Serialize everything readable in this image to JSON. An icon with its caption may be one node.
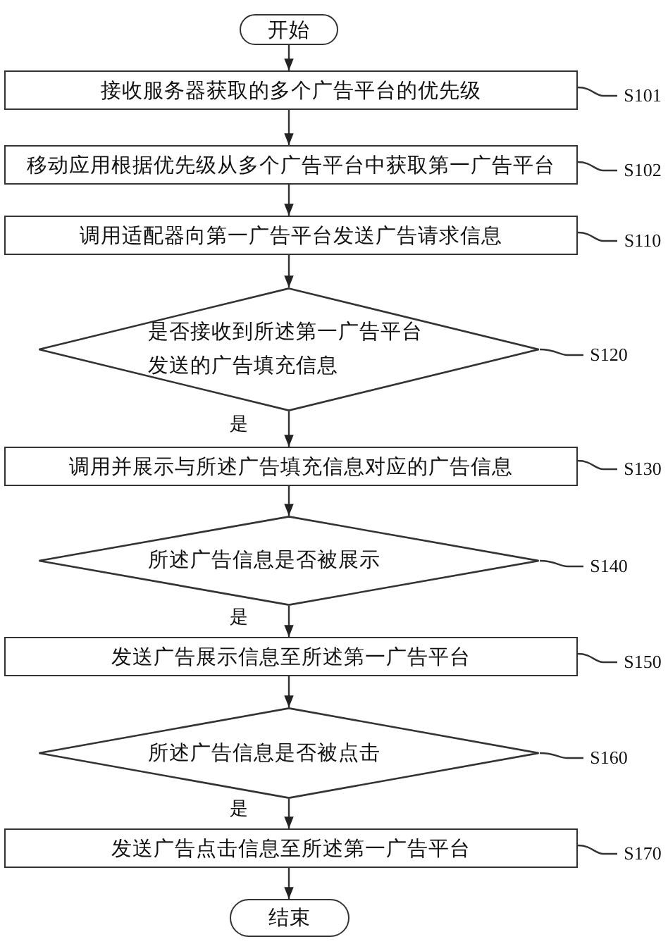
{
  "diagram": {
    "nodes": [
      {
        "text": [
          "开始"
        ]
      },
      {
        "text": [
          "接收服务器获取的多个广告平台的优先级"
        ]
      },
      {
        "text": [
          "移动应用根据优先级从多个广告平台中获取第一广告平台"
        ]
      },
      {
        "text": [
          "调用适配器向第一广告平台发送广告请求信息"
        ]
      },
      {
        "text": [
          "是否接收到所述第一广告平台发送的广告填充信息"
        ]
      },
      {
        "text": [
          "调用并展示与所述广告填充信息对应的广告信息"
        ]
      },
      {
        "text": [
          "所述广告信息是否被展示"
        ]
      },
      {
        "text": [
          "发送广告展示信息至所述第一广告平台"
        ]
      },
      {
        "text": [
          "所述广告信息是否被点击"
        ]
      },
      {
        "text": [
          "发送广告点击信息至所述第一广告平台"
        ]
      },
      {
        "text": [
          "结束"
        ]
      },
      {
        "text": [
          "S101"
        ]
      },
      {
        "text": [
          "S102"
        ]
      },
      {
        "text": [
          "S110"
        ]
      },
      {
        "text": [
          "S120"
        ]
      },
      {
        "text": [
          "S130"
        ]
      },
      {
        "text": [
          "S140"
        ]
      },
      {
        "text": [
          "S150"
        ]
      },
      {
        "text": [
          "S160"
        ]
      },
      {
        "text": [
          "S170"
        ]
      }
    ],
    "edges": [
      {
        "from": 0,
        "to": 1,
        "arrow": "to"
      },
      {
        "from": 1,
        "to": 2,
        "arrow": "to"
      },
      {
        "from": 2,
        "to": 3,
        "arrow": "to"
      },
      {
        "from": 3,
        "to": 4,
        "arrow": "to"
      },
      {
        "from": 4,
        "to": 5,
        "arrow": "to",
        "label": "是"
      },
      {
        "from": 5,
        "to": 6,
        "arrow": "to"
      },
      {
        "from": 6,
        "to": 7,
        "arrow": "to",
        "label": "是"
      },
      {
        "from": 7,
        "to": 8,
        "arrow": "to"
      },
      {
        "from": 8,
        "to": 9,
        "arrow": "to",
        "label": "是"
      },
      {
        "from": 9,
        "to": 10,
        "arrow": "to"
      },
      {
        "from": 11,
        "to": 1,
        "arrow": "none"
      },
      {
        "from": 12,
        "to": 2,
        "arrow": "none"
      },
      {
        "from": 13,
        "to": 3,
        "arrow": "none"
      },
      {
        "from": 14,
        "to": 4,
        "arrow": "none"
      },
      {
        "from": 15,
        "to": 5,
        "arrow": "none"
      },
      {
        "from": 16,
        "to": 6,
        "arrow": "none"
      },
      {
        "from": 17,
        "to": 7,
        "arrow": "none"
      },
      {
        "from": 18,
        "to": 8,
        "arrow": "none"
      },
      {
        "from": 19,
        "to": 9,
        "arrow": "none"
      }
    ]
  }
}
